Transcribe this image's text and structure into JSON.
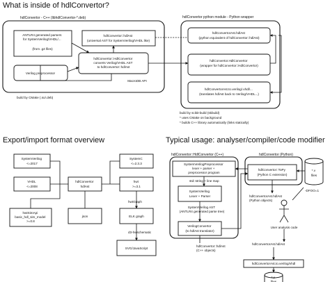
{
  "titles": {
    "t1": "What is inside of hdlConvertor?",
    "t2": "Export/import format overview",
    "t3": "Typical usage: analyser/compiler/code modifier"
  },
  "sec1": {
    "cpp_group": "hdlConvertor - C++ (libhdlConvertor-*.deb)",
    "py_group": "hdlConvertor python module - Python wrapper",
    "antlr": [
      "ANTLR4 generated parsers",
      "for SystemVerilog/VHDL/...",
      "",
      "(from .g4 files)"
    ],
    "hdlast": [
      "hdlConvertor::hdlAst",
      "(universal AST for SystemVerilog/VHDL like)"
    ],
    "converts": [
      "hdlConvertor::HdlConvertor",
      "converts Verilog/VHDL AST",
      "to hdlConvertor::hdlAst"
    ],
    "preproc": "Verilog preprocessor",
    "py_hdlast": [
      "hdlConvertorAst.hdlAst",
      "(python equivalent of hdlConvertor::hdlAst)"
    ],
    "py_conv": [
      "hdlConvertor.HdlConvertor",
      "(wrapper for hdlConvertor::HdlConvertor)"
    ],
    "py_back": [
      "hdlConvertorAst.to.verilog/.vhdl/...",
      "(translates hdlAst back to Verilog/VHDL...)"
    ],
    "macro": "MacroDB API",
    "build_cmake": "build by CMake (.so/.deb)",
    "build_py": [
      "build by scikit-build (skbuild)",
      "* uses CMake on background",
      "* builds C++ library automatically  (links statically)"
    ]
  },
  "sec2": {
    "sv": [
      "SystemVerilog",
      "<=2017"
    ],
    "vhdl": [
      "VHDL",
      "<=2008"
    ],
    "center": [
      "hdlConvertor",
      "hdlAst"
    ],
    "systemc": [
      "SystemC",
      "<=2.3.3"
    ],
    "hwt": [
      "hwt",
      ">=3.1"
    ],
    "hwtsim": [
      "hwtSimApi",
      "basic_hdl_sim_model",
      ">=0.8"
    ],
    "json": "json",
    "elk": "ELK graph",
    "svg": "SVG/JavaScript",
    "hwtgraph": "hwtGraph",
    "d3": "d3-hwschematic"
  },
  "sec3": {
    "cpp_group": "hdlConvertor::HdlConvertor (C++)",
    "py_group": "hdlConvertor (Python)",
    "svpre": [
      "SystemVerilogPreprocessor",
      "lexer + parser +",
      "preprocessor program"
    ],
    "strmap": "std::string + line map",
    "svlex": [
      "SystemVerilog",
      "Lexer + Parser"
    ],
    "svast": [
      "SystemVerilog AST",
      "(ANTLR4 generated parse tree)"
    ],
    "vconv": [
      "VerilogConvertor",
      "(to hdlAst translator)"
    ],
    "topy": [
      "hdlConvertor::ToPy",
      "(Python C extension)"
    ],
    "files": [
      "*.v",
      "files"
    ],
    "dfoo": "-DFOO=1",
    "py_hdlast": [
      "hdlConvertorAst.hdlAst",
      "(Python objects)"
    ],
    "cpp_hdlast": [
      "hdlConvertor::hdlAst",
      "(C++ objects)"
    ],
    "user_code": "User analysis code",
    "py_hdlast2": "hdlConvertorAst.hdlAst",
    "to_verilog": "hdlConvertorAst.to.verilog/vhdl",
    "out_files": [
      "*.v",
      "files"
    ]
  }
}
